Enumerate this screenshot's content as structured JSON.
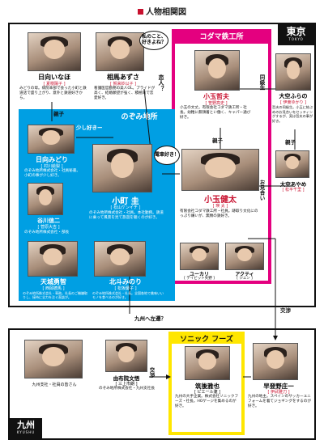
{
  "title": "人物相関図",
  "regions": {
    "tokyo": {
      "label": "東京",
      "sub": "TOKYO"
    },
    "kyushu": {
      "label": "九州",
      "sub": "KYUSHU"
    }
  },
  "groups": {
    "kodama": "コダマ鉄工所",
    "nozomi": "のぞみ地所",
    "sonic": "ソニック フーズ"
  },
  "characters": {
    "hinata_inaba": {
      "name": "日向いなほ",
      "actor": "[ 夏樹陽子 ]",
      "desc": "みどりの母。病院本部で会った小町と鉄道話で盛り上がり、意外と鉄道好きから。"
    },
    "soma_azusa": {
      "name": "相馬あずさ",
      "actor": "[ 賀来紗以子 ]",
      "desc": "看護医官勤務の美人OL。プライドが高く、結婚願望が強く、積極的で恋愛好き。"
    },
    "kodama_tetsuo": {
      "name": "小玉哲夫",
      "actor": "[ 笹野高史 ]",
      "desc": "小玉の文丈。有限会社コダマ鉄工所・社長。幼稚に無頓着とい働く、キャパー通び好き。"
    },
    "ozora_fura": {
      "name": "大空ふらの",
      "actor": "[ 伊東ゆかり ]",
      "desc": "哲夫の同級生。小玉に結ぶめのお見合いをセッティングするが、実は哲夫の事が好き。"
    },
    "hinata_midori": {
      "name": "日向みどり",
      "actor": "[ 村川絵梨 ]",
      "desc": "のぞみ地所株式会社・社員秘書。小町の事が少し好き。"
    },
    "komachi_kei": {
      "name": "小町 圭",
      "actor": "[ 松山ケンイチ ]",
      "desc": "のぞみ地所株式会社・社員。本社勤務。鉄道に乗って風景を見て旅遊を聴くのが好き。"
    },
    "kodama_kenta": {
      "name": "小玉健太",
      "actor": "[ 瑛 太 ]",
      "desc": "有限会社コダマ鉄工所・社員。跡取り文化にのっぷり嫌いが、無類の鉄好き。"
    },
    "tanigawa": {
      "name": "谷川信二",
      "actor": "[ 菅原大吉 ]",
      "desc": "のぞみ地所株式会社・部長"
    },
    "ozora_ayame": {
      "name": "大空あやめ",
      "actor": "[ 松平千里 ]",
      "desc": ""
    },
    "yukari": {
      "name": "ユーカリ",
      "actor": "[ デイビット矢野 ]",
      "desc": ""
    },
    "akuchi": {
      "name": "アクティ",
      "actor": "[ ジュン ]",
      "desc": ""
    },
    "amagi": {
      "name": "天城勇智",
      "actor": "[ 西岡德馬 ]",
      "desc": "のぞみ地所株式会社・専務。社長のご機嫌取りし、接待に全力を注ぐ直談が。"
    },
    "kitadou": {
      "name": "北斗みのり",
      "actor": "[ 松坂慶子 ]",
      "desc": "のぞみ地所株式会社・社長。全国各地で美味いいモノを食べるのが好き。"
    },
    "kyushu_staff": {
      "name": "九州支社・社員の皆さん",
      "actor": "",
      "desc": ""
    },
    "yufuin": {
      "name": "由布院文悟",
      "actor": "[ 三上市朗 ]",
      "desc": "のぞみ地所株式会社・九州支社長"
    },
    "chikugo": {
      "name": "筑後雅也",
      "actor": "[ ピエール瀧 ]",
      "desc": "九州の大手企業。株式会社ソニックフーズ・社長。HOゲージを集めるのが好き。"
    },
    "hayakiri": {
      "name": "早登野庄一",
      "actor": "[ 伊武雅刀 ]",
      "desc": "九州の地主。スペインのサッカーユニフォームを着てジョギングをするのが好き。"
    }
  },
  "relations": {
    "oyako1": "親子",
    "sukoshi_suki": "少し好きー",
    "koibito": "恋人？",
    "doukyusei": "同級生",
    "oyako2": "親子",
    "oyako3": "親子",
    "omiai": "お見合い",
    "kyushu_transfer": "九州へ左遷？",
    "kosho1": "交渉",
    "kosho2": "交渉"
  },
  "bubbles": {
    "soma": "私のこと、好きよね？",
    "komachi": "電車好き！"
  },
  "colors": {
    "accent": "#c8102e",
    "nozomi": "#009fe3",
    "kodama": "#e4007f",
    "sonic": "#ffe600"
  }
}
